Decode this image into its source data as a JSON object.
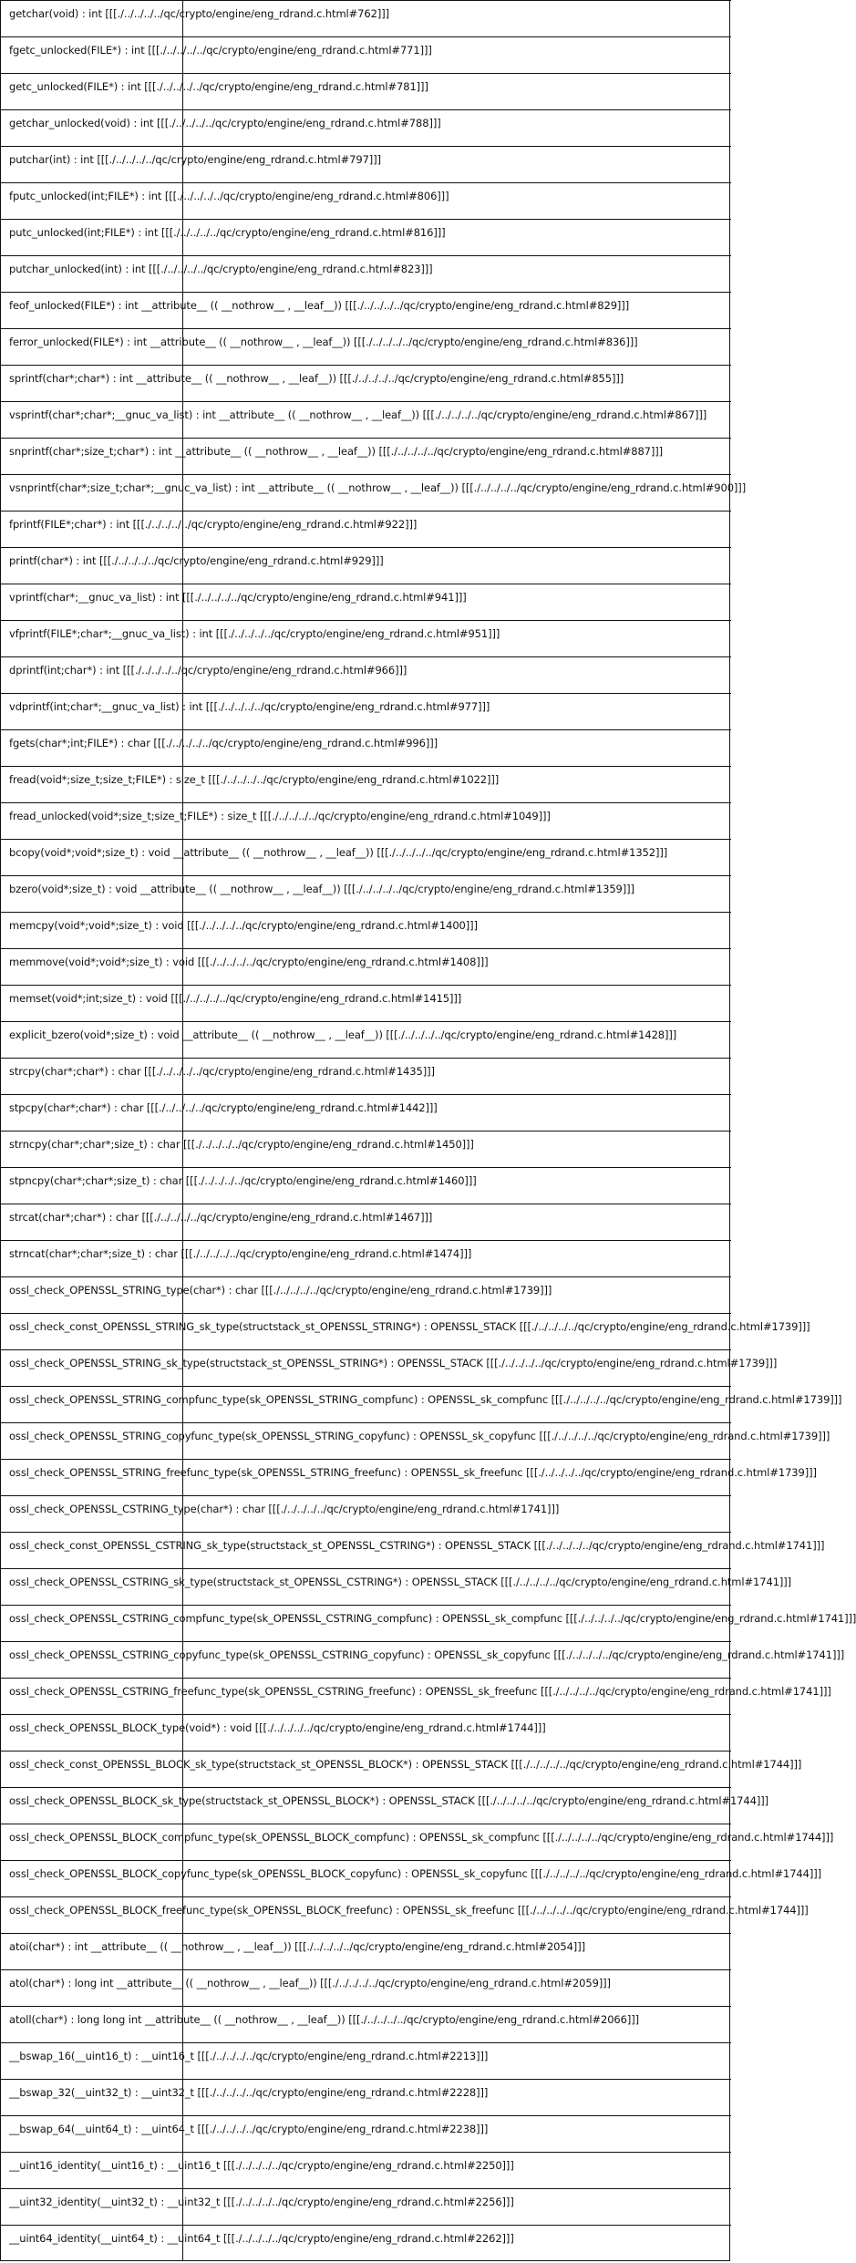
{
  "entries": [
    "getchar(void) :  int  [[[./../../../../qc/crypto/engine/eng_rdrand.c.html#762]]]",
    "fgetc_unlocked(FILE*) :  int  [[[./../../../../qc/crypto/engine/eng_rdrand.c.html#771]]]",
    "getc_unlocked(FILE*) :  int  [[[./../../../../qc/crypto/engine/eng_rdrand.c.html#781]]]",
    "getchar_unlocked(void) :  int  [[[./../../../../qc/crypto/engine/eng_rdrand.c.html#788]]]",
    "putchar(int) :  int  [[[./../../../../qc/crypto/engine/eng_rdrand.c.html#797]]]",
    "fputc_unlocked(int;FILE*) :  int  [[[./../../../../qc/crypto/engine/eng_rdrand.c.html#806]]]",
    "putc_unlocked(int;FILE*) :  int  [[[./../../../../qc/crypto/engine/eng_rdrand.c.html#816]]]",
    "putchar_unlocked(int) :  int  [[[./../../../../qc/crypto/engine/eng_rdrand.c.html#823]]]",
    "feof_unlocked(FILE*) :  int  __attribute__ (( __nothrow__ , __leaf__)) [[[./../../../../qc/crypto/engine/eng_rdrand.c.html#829]]]",
    "ferror_unlocked(FILE*) :  int  __attribute__ (( __nothrow__ , __leaf__)) [[[./../../../../qc/crypto/engine/eng_rdrand.c.html#836]]]",
    "sprintf(char*;char*) :  int  __attribute__ (( __nothrow__ , __leaf__)) [[[./../../../../qc/crypto/engine/eng_rdrand.c.html#855]]]",
    "vsprintf(char*;char*;__gnuc_va_list) :  int  __attribute__ (( __nothrow__ , __leaf__)) [[[./../../../../qc/crypto/engine/eng_rdrand.c.html#867]]]",
    "snprintf(char*;size_t;char*) :  int  __attribute__ (( __nothrow__ , __leaf__)) [[[./../../../../qc/crypto/engine/eng_rdrand.c.html#887]]]",
    "vsnprintf(char*;size_t;char*;__gnuc_va_list) :  int  __attribute__ (( __nothrow__ , __leaf__)) [[[./../../../../qc/crypto/engine/eng_rdrand.c.html#900]]]",
    "fprintf(FILE*;char*) :  int  [[[./../../../../qc/crypto/engine/eng_rdrand.c.html#922]]]",
    "printf(char*) :  int  [[[./../../../../qc/crypto/engine/eng_rdrand.c.html#929]]]",
    "vprintf(char*;__gnuc_va_list) :  int  [[[./../../../../qc/crypto/engine/eng_rdrand.c.html#941]]]",
    "vfprintf(FILE*;char*;__gnuc_va_list) :  int  [[[./../../../../qc/crypto/engine/eng_rdrand.c.html#951]]]",
    "dprintf(int;char*) :  int  [[[./../../../../qc/crypto/engine/eng_rdrand.c.html#966]]]",
    "vdprintf(int;char*;__gnuc_va_list) :  int  [[[./../../../../qc/crypto/engine/eng_rdrand.c.html#977]]]",
    "fgets(char*;int;FILE*) :  char  [[[./../../../../qc/crypto/engine/eng_rdrand.c.html#996]]]",
    "fread(void*;size_t;size_t;FILE*) :  size_t  [[[./../../../../qc/crypto/engine/eng_rdrand.c.html#1022]]]",
    "fread_unlocked(void*;size_t;size_t;FILE*) :  size_t  [[[./../../../../qc/crypto/engine/eng_rdrand.c.html#1049]]]",
    "bcopy(void*;void*;size_t) :  void  __attribute__ (( __nothrow__ , __leaf__)) [[[./../../../../qc/crypto/engine/eng_rdrand.c.html#1352]]]",
    "bzero(void*;size_t) :  void  __attribute__ (( __nothrow__ , __leaf__)) [[[./../../../../qc/crypto/engine/eng_rdrand.c.html#1359]]]",
    "memcpy(void*;void*;size_t) :  void  [[[./../../../../qc/crypto/engine/eng_rdrand.c.html#1400]]]",
    "memmove(void*;void*;size_t) :  void  [[[./../../../../qc/crypto/engine/eng_rdrand.c.html#1408]]]",
    "memset(void*;int;size_t) :  void  [[[./../../../../qc/crypto/engine/eng_rdrand.c.html#1415]]]",
    "explicit_bzero(void*;size_t) :  void  __attribute__ (( __nothrow__ , __leaf__)) [[[./../../../../qc/crypto/engine/eng_rdrand.c.html#1428]]]",
    "strcpy(char*;char*) :  char  [[[./../../../../qc/crypto/engine/eng_rdrand.c.html#1435]]]",
    "stpcpy(char*;char*) :  char  [[[./../../../../qc/crypto/engine/eng_rdrand.c.html#1442]]]",
    "strncpy(char*;char*;size_t) :  char  [[[./../../../../qc/crypto/engine/eng_rdrand.c.html#1450]]]",
    "stpncpy(char*;char*;size_t) :  char  [[[./../../../../qc/crypto/engine/eng_rdrand.c.html#1460]]]",
    "strcat(char*;char*) :  char  [[[./../../../../qc/crypto/engine/eng_rdrand.c.html#1467]]]",
    "strncat(char*;char*;size_t) :  char  [[[./../../../../qc/crypto/engine/eng_rdrand.c.html#1474]]]",
    "ossl_check_OPENSSL_STRING_type(char*) :  char  [[[./../../../../qc/crypto/engine/eng_rdrand.c.html#1739]]]",
    "ossl_check_const_OPENSSL_STRING_sk_type(structstack_st_OPENSSL_STRING*) : OPENSSL_STACK [[[./../../../../qc/crypto/engine/eng_rdrand.c.html#1739]]]",
    "ossl_check_OPENSSL_STRING_sk_type(structstack_st_OPENSSL_STRING*) : OPENSSL_STACK [[[./../../../../qc/crypto/engine/eng_rdrand.c.html#1739]]]",
    "ossl_check_OPENSSL_STRING_compfunc_type(sk_OPENSSL_STRING_compfunc) : OPENSSL_sk_compfunc [[[./../../../../qc/crypto/engine/eng_rdrand.c.html#1739]]]",
    "ossl_check_OPENSSL_STRING_copyfunc_type(sk_OPENSSL_STRING_copyfunc) : OPENSSL_sk_copyfunc [[[./../../../../qc/crypto/engine/eng_rdrand.c.html#1739]]]",
    "ossl_check_OPENSSL_STRING_freefunc_type(sk_OPENSSL_STRING_freefunc) : OPENSSL_sk_freefunc [[[./../../../../qc/crypto/engine/eng_rdrand.c.html#1739]]]",
    "ossl_check_OPENSSL_CSTRING_type(char*) :  char  [[[./../../../../qc/crypto/engine/eng_rdrand.c.html#1741]]]",
    "ossl_check_const_OPENSSL_CSTRING_sk_type(structstack_st_OPENSSL_CSTRING*) : OPENSSL_STACK [[[./../../../../qc/crypto/engine/eng_rdrand.c.html#1741]]]",
    "ossl_check_OPENSSL_CSTRING_sk_type(structstack_st_OPENSSL_CSTRING*) : OPENSSL_STACK [[[./../../../../qc/crypto/engine/eng_rdrand.c.html#1741]]]",
    "ossl_check_OPENSSL_CSTRING_compfunc_type(sk_OPENSSL_CSTRING_compfunc) : OPENSSL_sk_compfunc [[[./../../../../qc/crypto/engine/eng_rdrand.c.html#1741]]]",
    "ossl_check_OPENSSL_CSTRING_copyfunc_type(sk_OPENSSL_CSTRING_copyfunc) : OPENSSL_sk_copyfunc [[[./../../../../qc/crypto/engine/eng_rdrand.c.html#1741]]]",
    "ossl_check_OPENSSL_CSTRING_freefunc_type(sk_OPENSSL_CSTRING_freefunc) : OPENSSL_sk_freefunc [[[./../../../../qc/crypto/engine/eng_rdrand.c.html#1741]]]",
    "ossl_check_OPENSSL_BLOCK_type(void*) :  void  [[[./../../../../qc/crypto/engine/eng_rdrand.c.html#1744]]]",
    "ossl_check_const_OPENSSL_BLOCK_sk_type(structstack_st_OPENSSL_BLOCK*) : OPENSSL_STACK [[[./../../../../qc/crypto/engine/eng_rdrand.c.html#1744]]]",
    "ossl_check_OPENSSL_BLOCK_sk_type(structstack_st_OPENSSL_BLOCK*) : OPENSSL_STACK [[[./../../../../qc/crypto/engine/eng_rdrand.c.html#1744]]]",
    "ossl_check_OPENSSL_BLOCK_compfunc_type(sk_OPENSSL_BLOCK_compfunc) : OPENSSL_sk_compfunc [[[./../../../../qc/crypto/engine/eng_rdrand.c.html#1744]]]",
    "ossl_check_OPENSSL_BLOCK_copyfunc_type(sk_OPENSSL_BLOCK_copyfunc) : OPENSSL_sk_copyfunc [[[./../../../../qc/crypto/engine/eng_rdrand.c.html#1744]]]",
    "ossl_check_OPENSSL_BLOCK_freefunc_type(sk_OPENSSL_BLOCK_freefunc) : OPENSSL_sk_freefunc [[[./../../../../qc/crypto/engine/eng_rdrand.c.html#1744]]]",
    "atoi(char*) :  int  __attribute__ (( __nothrow__ , __leaf__)) [[[./../../../../qc/crypto/engine/eng_rdrand.c.html#2054]]]",
    "atol(char*) :  long  int  __attribute__ (( __nothrow__ , __leaf__)) [[[./../../../../qc/crypto/engine/eng_rdrand.c.html#2059]]]",
    "atoll(char*) :  long  long  int  __attribute__ (( __nothrow__ , __leaf__)) [[[./../../../../qc/crypto/engine/eng_rdrand.c.html#2066]]]",
    "__bswap_16(__uint16_t) : __uint16_t [[[./../../../../qc/crypto/engine/eng_rdrand.c.html#2213]]]",
    "__bswap_32(__uint32_t) : __uint32_t [[[./../../../../qc/crypto/engine/eng_rdrand.c.html#2228]]]",
    "__bswap_64(__uint64_t) : __uint64_t [[[./../../../../qc/crypto/engine/eng_rdrand.c.html#2238]]]",
    "__uint16_identity(__uint16_t) : __uint16_t [[[./../../../../qc/crypto/engine/eng_rdrand.c.html#2250]]]",
    "__uint32_identity(__uint32_t) : __uint32_t [[[./../../../../qc/crypto/engine/eng_rdrand.c.html#2256]]]",
    "__uint64_identity(__uint64_t) : __uint64_t [[[./../../../../qc/crypto/engine/eng_rdrand.c.html#2262]]]"
  ]
}
